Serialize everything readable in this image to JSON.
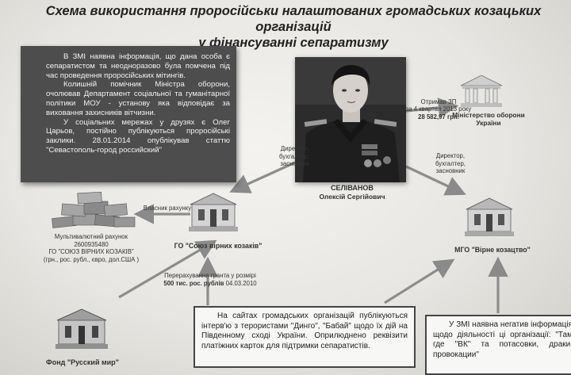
{
  "title": {
    "line1": "Схема використання проросійськи налаштованих громадських козацьких організацій",
    "line2": "у фінансуванні сепаратизму"
  },
  "info_box": {
    "paragraphs": [
      "В ЗМІ наявна інформація, що дана особа є сепаратистом та неодноразово була помчена під час проведення проросійських мітингів.",
      "Колишній помічник Міністра оборони, очолював Департамент соціальної та гуманітарної політики МОУ - установу яка відповідає за виховання захисників вітчизни.",
      "У соціальних мережах у друзях є Олег Царьов, постійно публікуються проросійські заклики. 28.01.2014 опублікував статтю \"Севастополь-город российский\""
    ]
  },
  "person": {
    "surname": "СЕЛІВАНОВ",
    "name": "Олексій Сергійович"
  },
  "links": {
    "salary": "Отримав ЗП\nза 4 квартал 2013 року",
    "salary_amount": "28 582,97 грн.",
    "role_left": "Директор,\nбухгалтер,\nзасновник",
    "role_right": "Директор,\nбухгалтер,\nзасновник",
    "own_account": "Власник рахунку",
    "grant_transfer": "Перерахування гранта у розмірі",
    "grant_amount": "500 тис. рос. рублів",
    "grant_date": "04.03.2010"
  },
  "nodes": {
    "ministry": "Міністерство оборони України",
    "union": "ГО \"Союз вірних козаків\"",
    "faithful": "МГО \"Вірне козацтво\"",
    "fund": "Фонд \"Русский мир\""
  },
  "account": {
    "line1": "Мультивалютний рахунок",
    "line2": "2600935480",
    "line3": "ГО \"СОЮЗ ВІРНИХ КОЗАКІВ\"",
    "line4": "(грн., рос. рубл., євро, дол.США )"
  },
  "box_sites": "На сайтах громадських організацій публікуються інтерв'ю з терористами \"Динго\", \"Бабай\" щодо їх дій на Південному сході України. Оприлюднено реквізити платіжних карток для підтримки сепаратистів.",
  "box_media": "У ЗМІ наявна негатив інформація щодо діяльності ці організації: \"Там где \"ВК\" та потасовки, драки, провокации\"",
  "colors": {
    "info_box_bg": "#4d4d4d",
    "arrow": "#8a8a8a",
    "background": "#e9e8e4"
  }
}
